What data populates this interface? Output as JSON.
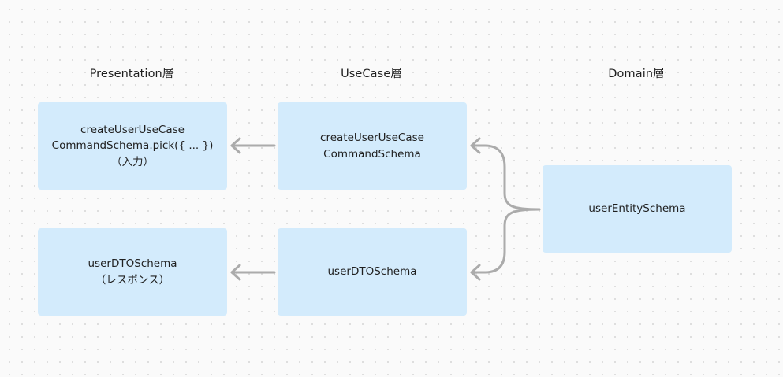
{
  "layers": {
    "presentation": "Presentation層",
    "usecase": "UseCase層",
    "domain": "Domain層"
  },
  "boxes": {
    "presentation_command": {
      "lines": [
        "createUserUseCase",
        "CommandSchema.pick({ ... })",
        "（入力）"
      ]
    },
    "presentation_dto": {
      "lines": [
        "userDTOSchema",
        "（レスポンス）"
      ]
    },
    "usecase_command": {
      "lines": [
        "createUserUseCase",
        "CommandSchema"
      ]
    },
    "usecase_dto": {
      "lines": [
        "userDTOSchema"
      ]
    },
    "domain_entity": {
      "lines": [
        "userEntitySchema"
      ]
    }
  },
  "colors": {
    "box_fill": "#d3ebfc",
    "arrow": "#ababab",
    "text": "#1f1f1f"
  }
}
